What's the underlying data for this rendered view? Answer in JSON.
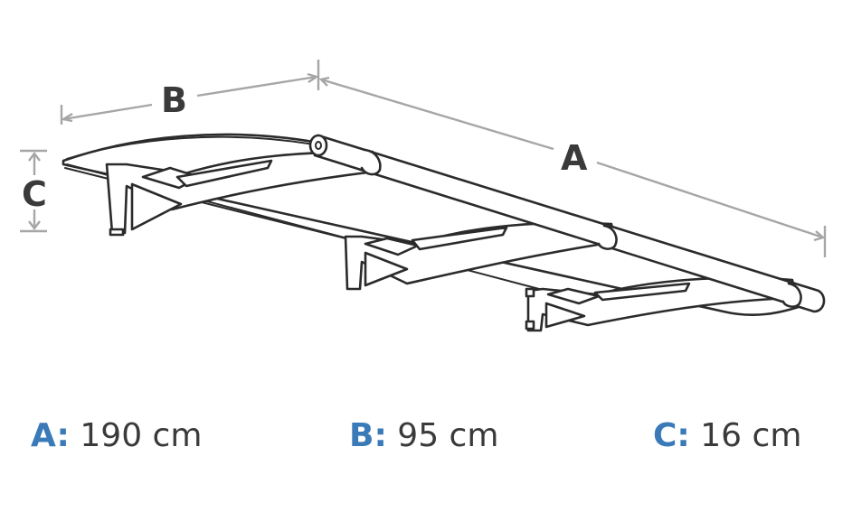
{
  "dimensions": {
    "labels": {
      "a": "A",
      "b": "B",
      "c": "C"
    },
    "specs": [
      {
        "key": "A:",
        "value": "190 cm"
      },
      {
        "key": "B:",
        "value": "95 cm"
      },
      {
        "key": "C:",
        "value": "16 cm"
      }
    ]
  },
  "colors": {
    "key_accent": "#3a7ab8",
    "line": "#2b2b2b",
    "dimension_line": "#a6a6a6"
  }
}
